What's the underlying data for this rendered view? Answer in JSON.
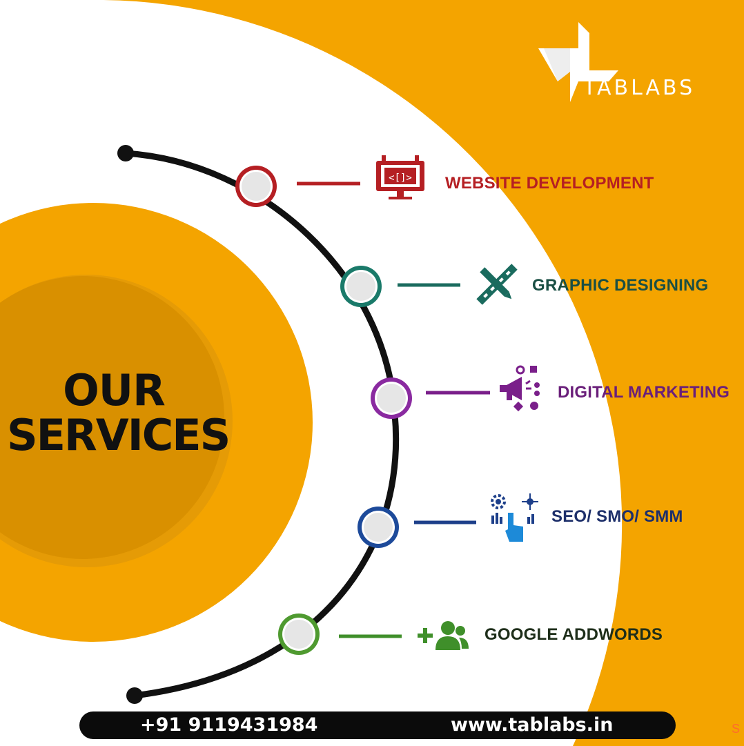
{
  "brand": {
    "name": "TABLABS"
  },
  "headline": {
    "line1": "OUR",
    "line2": "SERVICES"
  },
  "services": [
    {
      "label": "WEBSITE DEVELOPMENT",
      "color": "#b51f23",
      "icon": "website-development-icon"
    },
    {
      "label": "GRAPHIC DESIGNING",
      "color": "#1a6b5e",
      "icon": "graphic-design-tools-icon"
    },
    {
      "label": "DIGITAL MARKETING",
      "color": "#7a1f8a",
      "icon": "megaphone-icon"
    },
    {
      "label": "SEO/ SMO/ SMM",
      "color": "#1d3f8a",
      "icon": "seo-touch-icon"
    },
    {
      "label": "GOOGLE ADDWORDS",
      "color": "#3f8f2a",
      "icon": "add-users-icon"
    }
  ],
  "footer": {
    "phone": "+91  9119431984",
    "website": "www.tablabs.in",
    "trailing": "S"
  },
  "colors": {
    "orange": "#f4a400",
    "dark_orange": "#d99000",
    "black": "#111111",
    "white": "#ffffff"
  }
}
